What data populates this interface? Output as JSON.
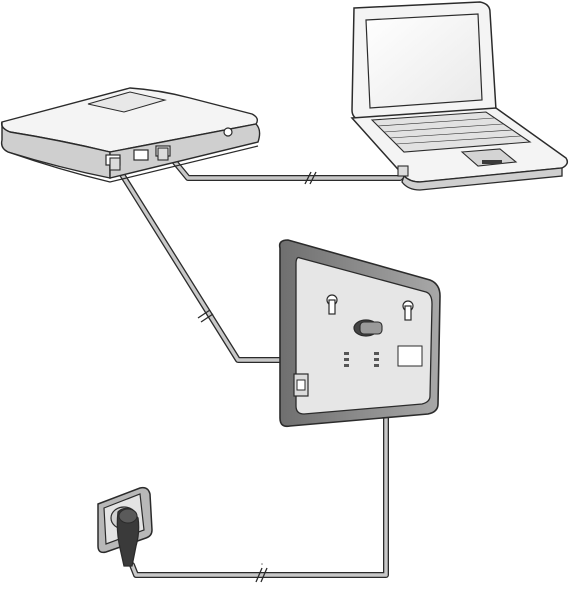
{
  "diagram": {
    "nodes": [
      {
        "id": "router",
        "icon": "router-icon"
      },
      {
        "id": "laptop",
        "icon": "laptop-icon"
      },
      {
        "id": "base-station",
        "icon": "base-station-icon"
      },
      {
        "id": "wall-socket",
        "icon": "power-socket-icon"
      }
    ],
    "connections": [
      {
        "from": "router",
        "to": "laptop",
        "type": "network-cable"
      },
      {
        "from": "router",
        "to": "base-station",
        "type": "network-cable"
      },
      {
        "from": "base-station",
        "to": "wall-socket",
        "type": "power-cable"
      }
    ]
  },
  "colors": {
    "outline": "#2b2b2b",
    "device_fill": "#f4f4f4",
    "device_shadow": "#cfcfcf",
    "panel_fill": "#e6e6e6",
    "frame_fill": "#8c8c8c",
    "cable_fill": "#c8c8c8",
    "label_fill": "#ffffff"
  }
}
